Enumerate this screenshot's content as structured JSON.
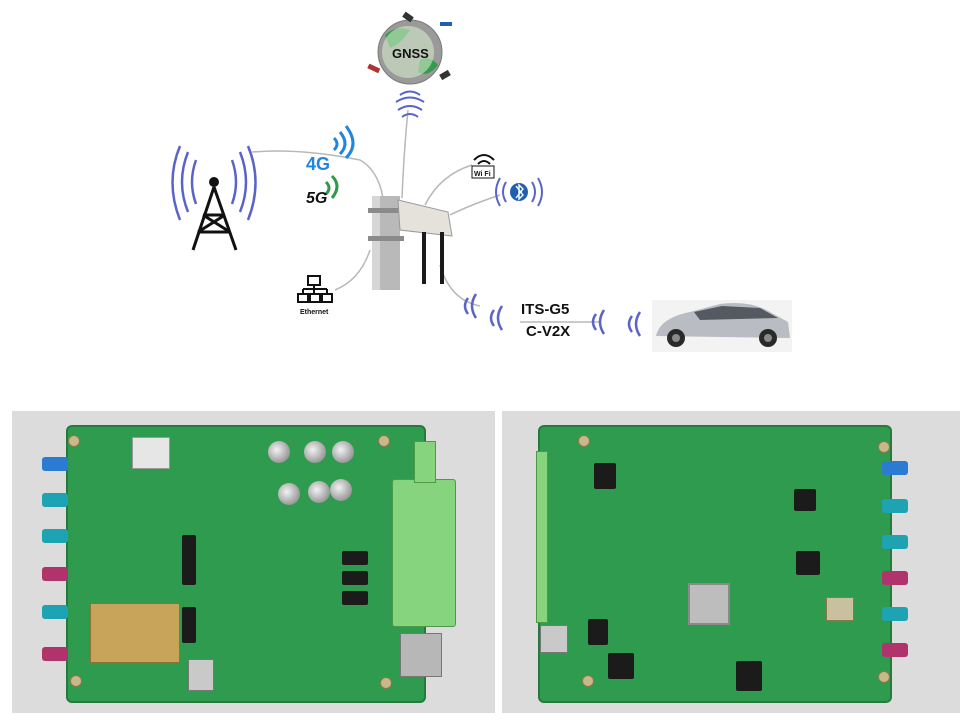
{
  "diagram": {
    "labels": {
      "gnss": "GNSS",
      "lte": "4G",
      "nr": "5G",
      "ethernet": "Ethernet",
      "wifi": "Wi Fi",
      "itsg5": "ITS-G5",
      "cv2x": "C-V2X"
    },
    "colors": {
      "signal": "#5a64c8",
      "lte": "#1f86e0",
      "nr": "#2e9a48",
      "pcb": "#2f9b4e",
      "connector_blue": "#2a7bd1",
      "connector_teal": "#1ea3b3",
      "connector_magenta": "#b0336b",
      "terminal_green": "#86d47e"
    },
    "icons": [
      "cell-tower-icon",
      "globe-icon",
      "satellite-icon",
      "wifi-icon",
      "bluetooth-icon",
      "ethernet-icon",
      "car-icon",
      "antenna-pole-icon"
    ]
  },
  "photos": {
    "left": {
      "description_shown": ""
    },
    "right": {
      "description_shown": ""
    }
  }
}
